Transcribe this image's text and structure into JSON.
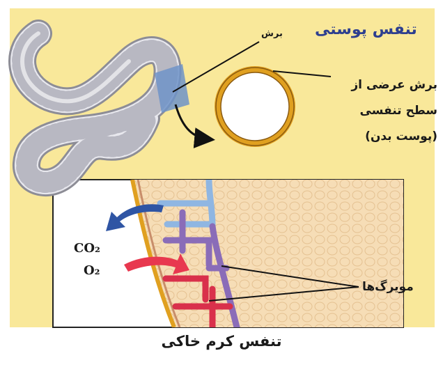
{
  "title": "تنفس پوستی",
  "cut_label": "برش",
  "cross_section_label": [
    "برش عرضی از",
    "سطح تنفسی",
    "(پوست بدن)"
  ],
  "capillaries_label": "مویرگ‌ها",
  "gas_co2": "CO₂",
  "gas_o2": "O₂",
  "caption": "تنفس کرم خاکی",
  "colors": {
    "background": "#f9e89a",
    "skin_ring": "#e0a020",
    "inset_cells": "#f5dcb4",
    "co2_arrow": "#2f55a4",
    "o2_arrow": "#e8384f",
    "blue_vessel": "#8fb6e2",
    "purple_vessel": "#8a6cb8",
    "red_vessel": "#d9304b"
  }
}
